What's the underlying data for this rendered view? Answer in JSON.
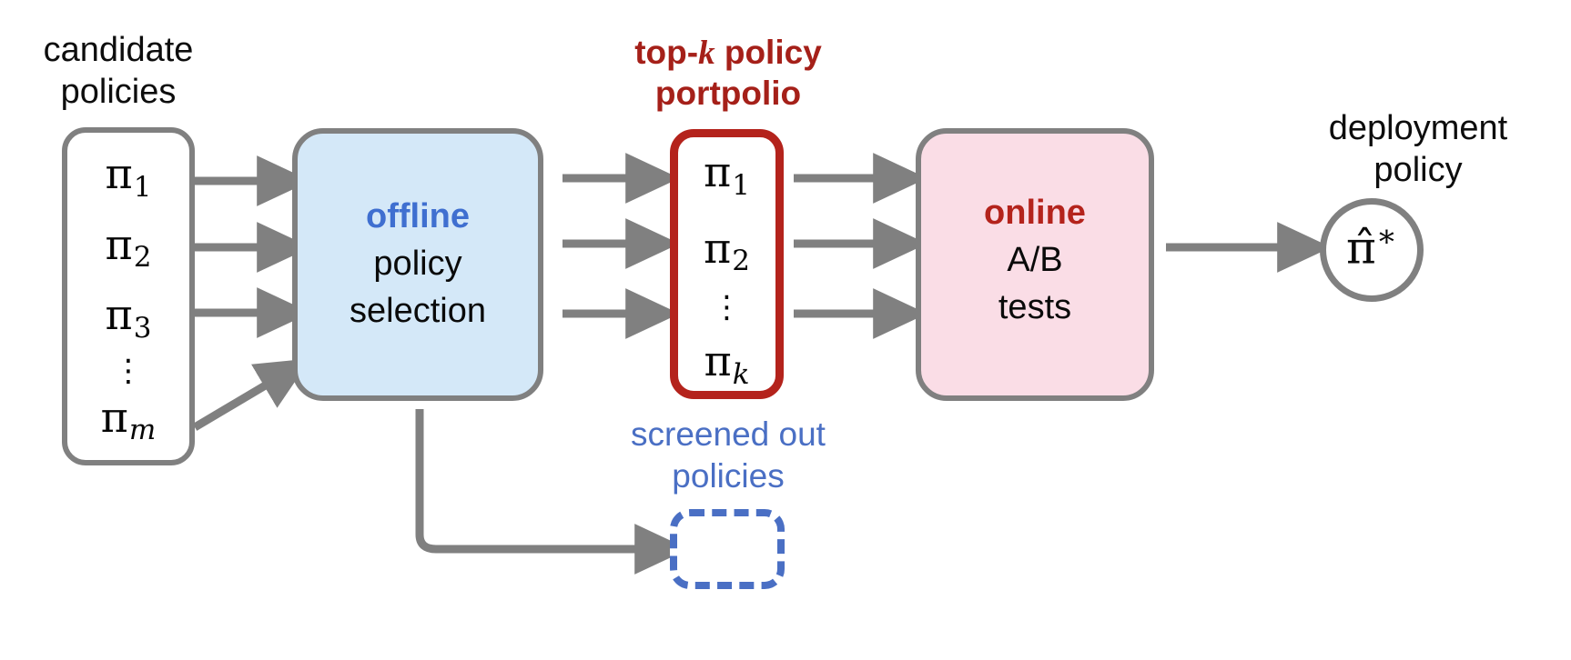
{
  "diagram": {
    "title": "offline policy selection to online A/B test pipeline",
    "background": "#ffffff",
    "colors": {
      "arrow_gray": "#808080",
      "box_border_gray": "#808080",
      "offline_fill": "#d4e8f8",
      "offline_accent": "#3f6fd0",
      "topk_border": "#b4231c",
      "topk_accent": "#a52019",
      "online_fill": "#fadde6",
      "online_accent": "#b4231c",
      "screened_blue": "#4a6fc4",
      "text_black": "#0a0a0a"
    }
  },
  "candidate": {
    "caption": "candidate\npolicies",
    "items": [
      {
        "base": "π",
        "sub": "1",
        "italic_sub": false
      },
      {
        "base": "π",
        "sub": "2",
        "italic_sub": false
      },
      {
        "base": "π",
        "sub": "3",
        "italic_sub": false
      },
      {
        "base": "⋮",
        "sub": "",
        "italic_sub": false
      },
      {
        "base": "π",
        "sub": "m",
        "italic_sub": true
      }
    ]
  },
  "offline_box": {
    "accent_label": "offline",
    "line2": "policy",
    "line3": "selection"
  },
  "topk": {
    "caption_line1_pre": "top-",
    "caption_line1_var": "k",
    "caption_line1_post": " policy",
    "caption_line2": "portpolio",
    "items": [
      {
        "base": "π",
        "sub": "1",
        "italic_sub": false
      },
      {
        "base": "π",
        "sub": "2",
        "italic_sub": false
      },
      {
        "base": "⋮",
        "sub": "",
        "italic_sub": false
      },
      {
        "base": "π",
        "sub": "k",
        "italic_sub": true
      }
    ]
  },
  "online_box": {
    "accent_label": "online",
    "line2": "A/B",
    "line3": "tests"
  },
  "deployment": {
    "caption": "deployment\npolicy",
    "symbol_base": "π̂",
    "symbol_star": "∗"
  },
  "screened_out": {
    "caption": "screened out\npolicies",
    "box_style": "dashed"
  }
}
